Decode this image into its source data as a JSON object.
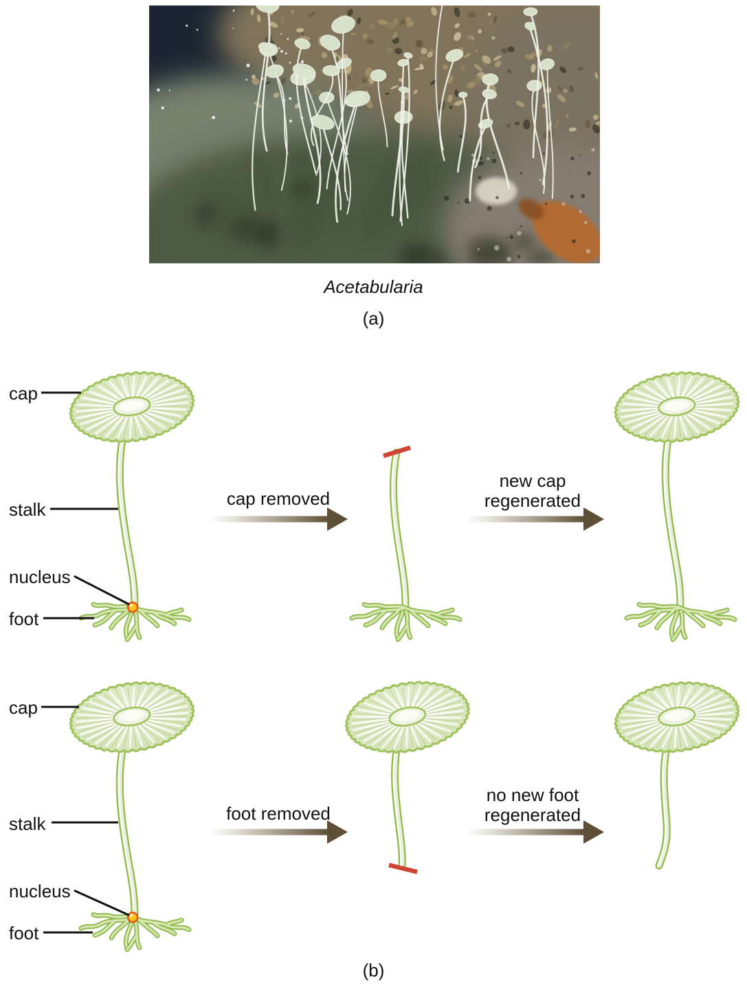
{
  "panel_a": {
    "caption": "Acetabularia",
    "label": "(a)"
  },
  "panel_b": {
    "label": "(b)",
    "row1": {
      "part_labels": {
        "cap": "cap",
        "stalk": "stalk",
        "nucleus": "nucleus",
        "foot": "foot"
      },
      "arrow1_label": "cap removed",
      "arrow2_label": "new cap\nregenerated"
    },
    "row2": {
      "part_labels": {
        "cap": "cap",
        "stalk": "stalk",
        "nucleus": "nucleus",
        "foot": "foot"
      },
      "arrow1_label": "foot removed",
      "arrow2_label": "no new foot\nregenerated"
    }
  },
  "colors": {
    "alga_outline": "#9fc25c",
    "stalk_outline": "#8cbb4b",
    "cap_fill": "#dbe7c2",
    "cap_fill_light": "#edf3e0",
    "stalk_fill": "#e9efd9",
    "foot_fill": "#d9e6b4",
    "nucleus_fill": "#fcc21c",
    "nucleus_ring": "#df5a1f",
    "cut_line": "#cf4434",
    "arrow_dark": "#5e5037",
    "label_text": "#111111"
  }
}
